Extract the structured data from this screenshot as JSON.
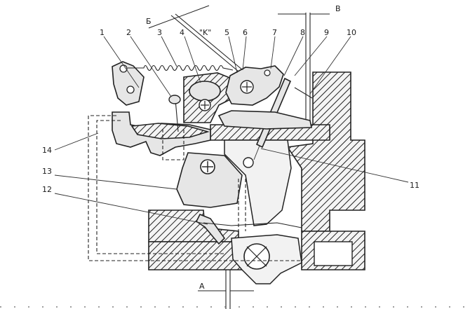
{
  "labels": {
    "n1": "1",
    "n2": "2",
    "n3": "3",
    "n4": "4",
    "k": "\"K\"",
    "n5": "5",
    "n6": "6",
    "n7": "7",
    "n8": "8",
    "n9": "9",
    "n10": "10",
    "n11": "11",
    "n12": "12",
    "n13": "13",
    "n14": "14",
    "b_cyr": "Б",
    "v_cyr": "В",
    "a_cyr": "А"
  }
}
